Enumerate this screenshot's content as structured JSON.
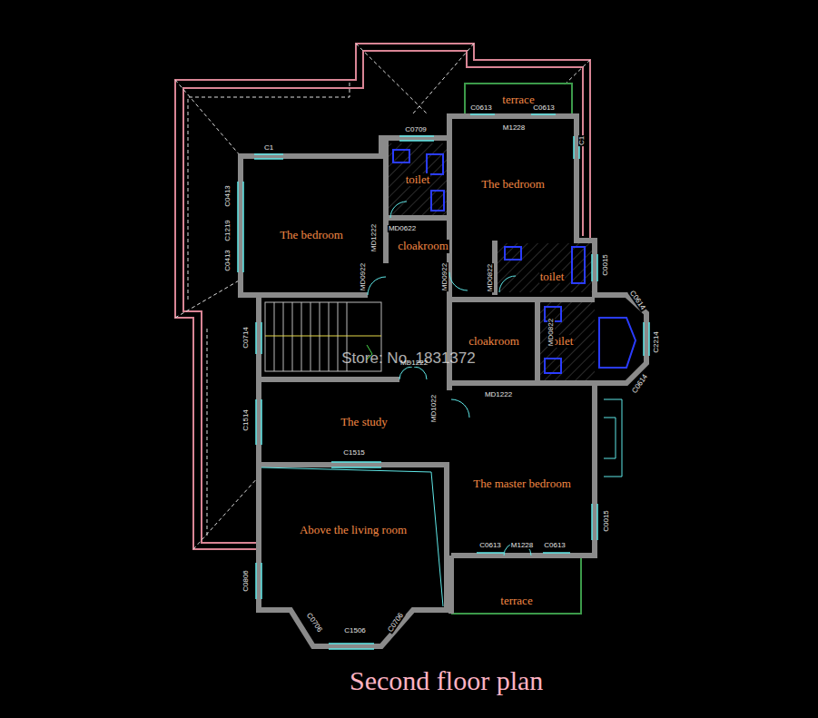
{
  "diagram": {
    "title": "Second floor plan",
    "nodes": [
      {
        "text": [
          "terrace"
        ]
      },
      {
        "text": [
          "toilet"
        ]
      },
      {
        "text": [
          "The bedroom"
        ]
      },
      {
        "text": [
          "The bedroom"
        ]
      },
      {
        "text": [
          "cloakroom"
        ]
      },
      {
        "text": [
          "toilet"
        ]
      },
      {
        "text": [
          "toilet"
        ]
      },
      {
        "text": [
          "cloakroom"
        ]
      },
      {
        "text": [
          "The study"
        ]
      },
      {
        "text": [
          "The master bedroom"
        ]
      },
      {
        "text": [
          "Above the living room"
        ]
      },
      {
        "text": [
          "terrace"
        ]
      }
    ],
    "labels": [
      "C0709",
      "C1",
      "C0413",
      "C1219",
      "C0413",
      "MD1222",
      "MD0622",
      "MD0922",
      "MD0922",
      "MD0822",
      "C0613",
      "M1228",
      "C0613",
      "C1",
      "C0015",
      "C0614",
      "C2214",
      "C0614",
      "MD0822",
      "C0714",
      "MD1222",
      "MD1222",
      "MD1022",
      "C1514",
      "C1515",
      "C0015",
      "C0613",
      "M1228",
      "C0613",
      "C0806",
      "C0706",
      "C1506",
      "C0706",
      "Store: No. 1831372"
    ]
  }
}
